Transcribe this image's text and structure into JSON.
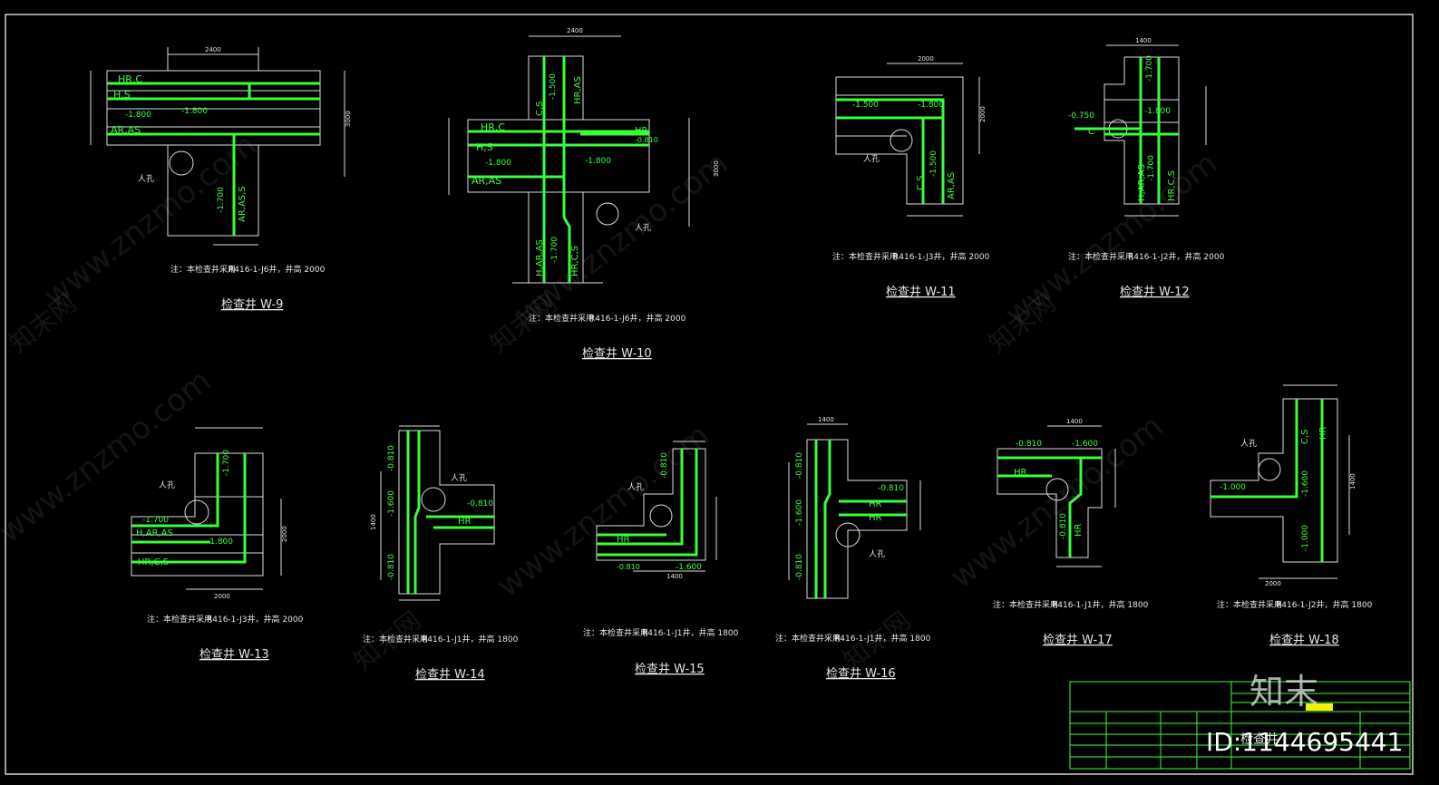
{
  "colors": {
    "background": "#000000",
    "pipe": "#39ff39",
    "line": "#e0e0e0",
    "title_yellow": "#f2f200"
  },
  "common": {
    "manhole": "人孔",
    "dim_3000": "3000"
  },
  "wells": [
    {
      "title": "检查井 W-9",
      "note_prefix": "注：本检查井采用",
      "note_model": "R416-1-J6井，井高 2000",
      "labels": [
        "HR,C",
        "H,S",
        "AR,AS",
        "-1.800",
        "-1.800",
        "-1.700",
        "AR,AS,S",
        "2400"
      ]
    },
    {
      "title": "检查井 W-10",
      "note_prefix": "注：本检查井采用",
      "note_model": "R416-1-J6井，井高 2000",
      "labels": [
        "HR,C",
        "H,S",
        "AR,AS",
        "-1.800",
        "-1.800",
        "C,S",
        "-1.500",
        "HR,AS",
        "HR",
        "-0.810",
        "H,AR,AS",
        "-1.700",
        "HR,C,S",
        "2400"
      ]
    },
    {
      "title": "检查井 W-11",
      "note_prefix": "注：本检查井采用",
      "note_model": "R416-1-J3井，井高 2000",
      "labels": [
        "-1.500",
        "-1.800",
        "-1.500",
        "C,S",
        "AR,AS",
        "2000"
      ]
    },
    {
      "title": "检查井 W-12",
      "note_prefix": "注：本检查井采用",
      "note_model": "R416-1-J2井，井高 2000",
      "labels": [
        "-1.700",
        "-0.750",
        "C",
        "-1.800",
        "-1.700",
        "H,AR,AS",
        "HR,C,S",
        "1400"
      ]
    },
    {
      "title": "检查井 W-13",
      "note_prefix": "注：本检查井采用",
      "note_model": "R416-1-J3井，井高 2000",
      "labels": [
        "-1.700",
        "-1.700",
        "H,AR,AS",
        "-1.800",
        "HR,C,S",
        "2000"
      ]
    },
    {
      "title": "检查井 W-14",
      "note_prefix": "注：本检查井采用",
      "note_model": "R416-1-J1井，井高 1800",
      "labels": [
        "-0.810",
        "-1.600",
        "-0.810",
        "-0.810",
        "HR",
        "1400"
      ]
    },
    {
      "title": "检查井 W-15",
      "note_prefix": "注：本检查井采用",
      "note_model": "R416-1-J1井，井高 1800",
      "labels": [
        "-0.810",
        "HR",
        "-0.810",
        "-1.600",
        "1400"
      ]
    },
    {
      "title": "检查井 W-16",
      "note_prefix": "注：本检查井采用",
      "note_model": "R416-1-J1井，井高 1800",
      "labels": [
        "-0.810",
        "-1.600",
        "-0.810",
        "-0.810",
        "HR",
        "HR",
        "1400"
      ]
    },
    {
      "title": "检查井 W-17",
      "note_prefix": "注：本检查井采用",
      "note_model": "R416-1-J1井，井高 1800",
      "labels": [
        "-0.810",
        "-1.600",
        "HR",
        "-0.810",
        "HR",
        "1400"
      ]
    },
    {
      "title": "检查井 W-18",
      "note_prefix": "注：本检查井采用",
      "note_model": "R416-1-J2井，井高 1800",
      "labels": [
        "C,S",
        "HR",
        "-1.000",
        "-1.600",
        "-1.000",
        "1400",
        "2000"
      ]
    }
  ],
  "titleblock": {
    "drawing_title": "检查井",
    "watermark_brand": "知末",
    "id_text": "ID:1144695441"
  },
  "watermark": {
    "site": "www.znzmo.com",
    "cn": "知末网"
  }
}
